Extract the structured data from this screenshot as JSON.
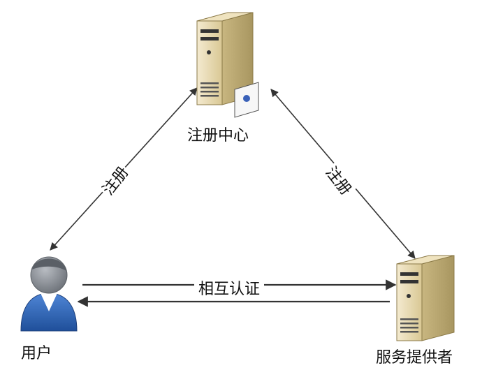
{
  "nodes": {
    "registry": {
      "label": "注册中心"
    },
    "user": {
      "label": "用户"
    },
    "provider": {
      "label": "服务提供者"
    }
  },
  "edges": {
    "user_registry": {
      "label": "注册"
    },
    "provider_registry": {
      "label": "注册"
    },
    "user_provider": {
      "label": "相互认证"
    }
  },
  "colors": {
    "server_body": "#e9dcae",
    "server_side": "#c9b884",
    "server_dark": "#3a3a3a",
    "badge_blue": "#3a61b8",
    "user_head": "#8a8f95",
    "user_body": "#2f66b8",
    "arrow": "#333333"
  }
}
